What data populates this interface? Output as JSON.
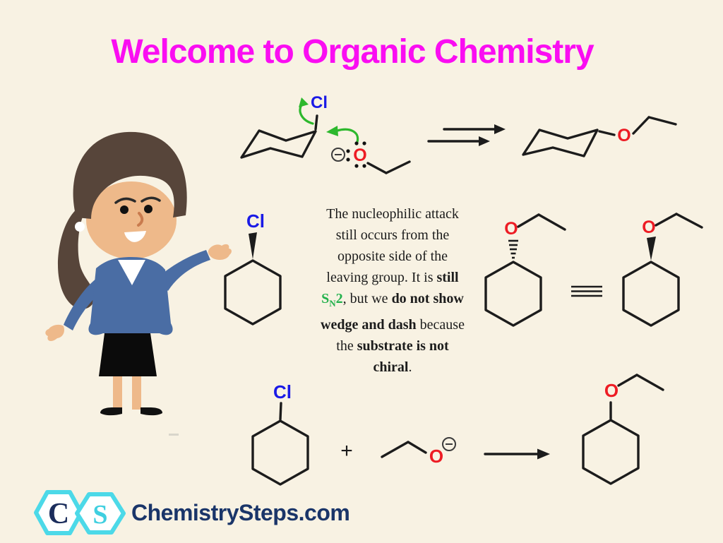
{
  "title": {
    "text": "Welcome to Organic Chemistry"
  },
  "labels": {
    "cl": "Cl",
    "o": "O",
    "plus": "+"
  },
  "explanation": {
    "seg1": "The nucleophilic attack still occurs from the opposite side of the leaving group. It is ",
    "still": "still ",
    "sn_s": "S",
    "sn_n": "N",
    "sn_2": "2",
    "seg2": ", but we ",
    "bold2": "do not show wedge and dash",
    "seg3": " because the ",
    "bold3": "substrate is not chiral",
    "seg4": "."
  },
  "logo": {
    "c": "C",
    "s": "S",
    "site": "ChemistrySteps.com"
  },
  "colors": {
    "background": "#f8f2e3",
    "title_magenta": "#fa0df2",
    "chlorine_blue": "#1a1ae6",
    "oxygen_red": "#ed1c24",
    "arrow_green": "#2db82d",
    "sn2_green": "#22b14c",
    "bond_black": "#1c1c1c",
    "logo_navy": "#1a3569",
    "logo_cyan": "#4cd9e8",
    "jacket_blue": "#4a6da4",
    "hair_brown": "#57453a",
    "skin_tan": "#eeb98a"
  }
}
